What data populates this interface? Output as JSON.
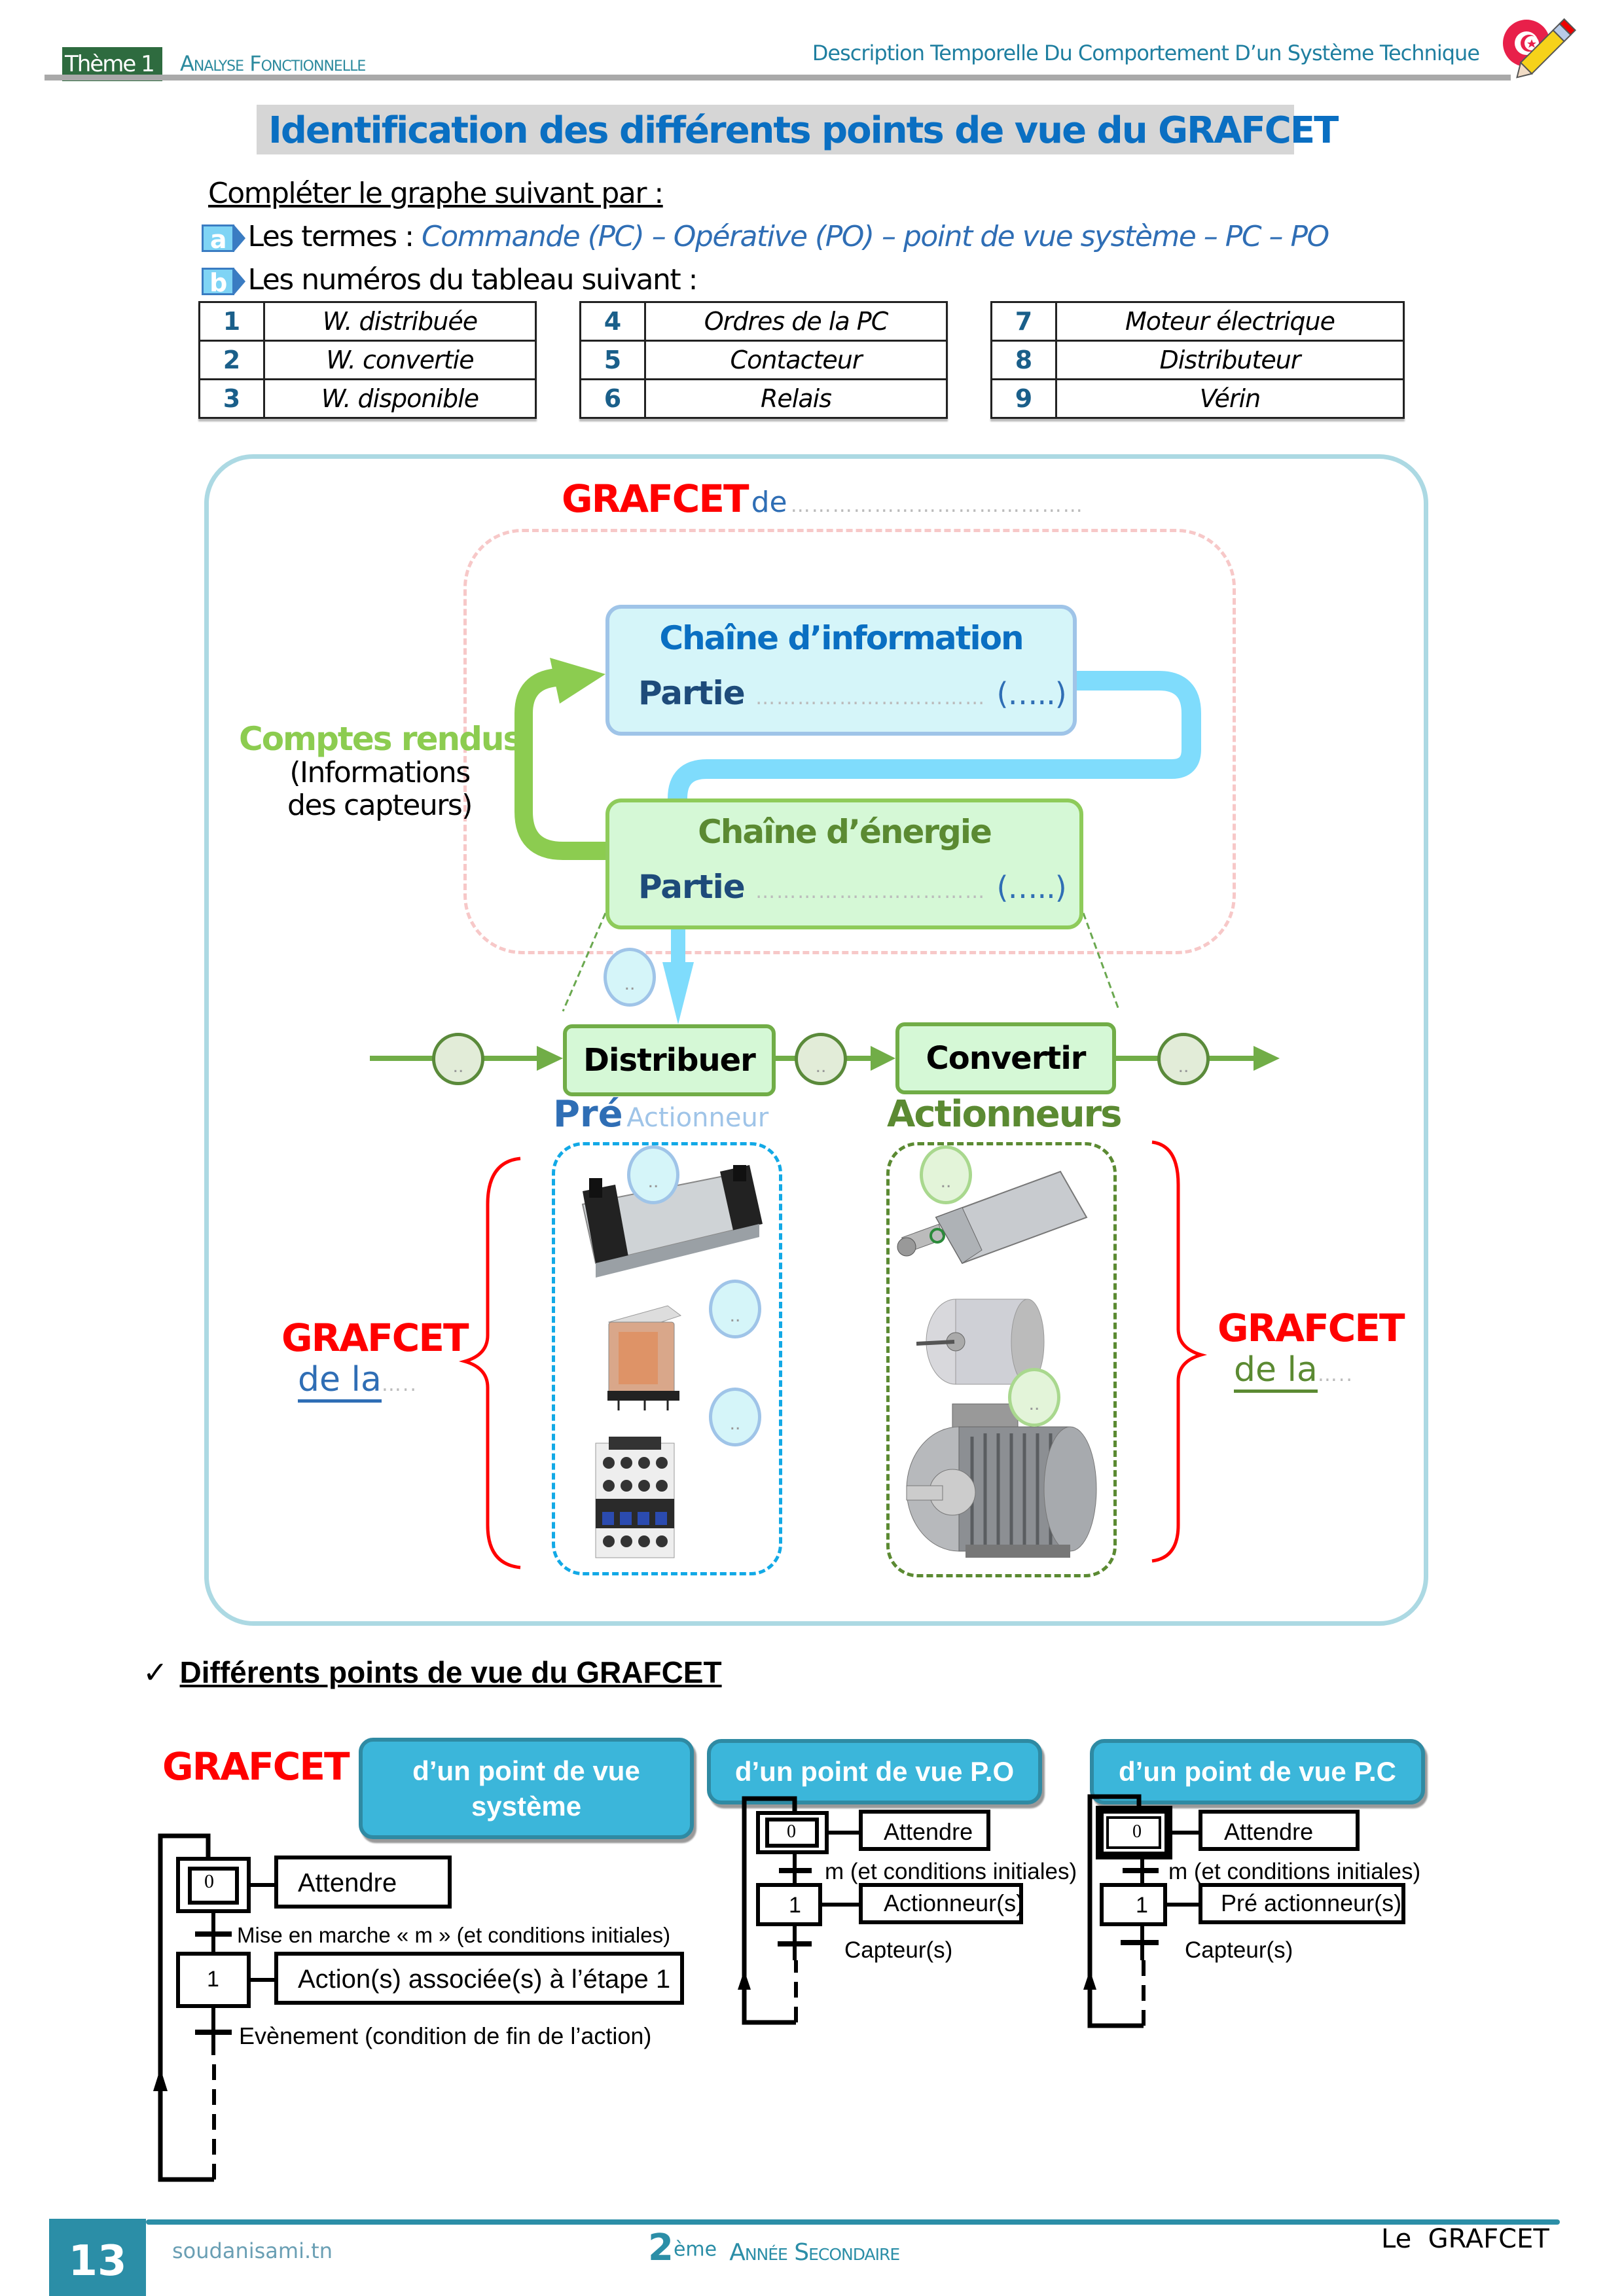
{
  "header": {
    "theme_label": "Thème 1 :",
    "theme_name": "Analyse Fonctionnelle",
    "subject": "Description Temporelle Du Comportement D’un Système Technique",
    "logo": "tunisia-flag-pencil-icon"
  },
  "title": "Identification des différents points de vue du GRAFCET",
  "instructions": {
    "intro": "Compléter le graphe suivant par :",
    "a": {
      "badge": "a",
      "label": "Les termes : ",
      "terms": "Commande (PC) – Opérative (PO) – point de vue système – PC – PO"
    },
    "b": {
      "badge": "b",
      "label": "Les numéros du tableau suivant :"
    }
  },
  "tables": [
    [
      {
        "n": "1",
        "t": "W. distribuée"
      },
      {
        "n": "2",
        "t": "W. convertie"
      },
      {
        "n": "3",
        "t": "W. disponible"
      }
    ],
    [
      {
        "n": "4",
        "t": "Ordres de la PC"
      },
      {
        "n": "5",
        "t": "Contacteur"
      },
      {
        "n": "6",
        "t": "Relais"
      }
    ],
    [
      {
        "n": "7",
        "t": "Moteur électrique"
      },
      {
        "n": "8",
        "t": "Distributeur"
      },
      {
        "n": "9",
        "t": "Vérin"
      }
    ]
  ],
  "diagram": {
    "grafcet_de": {
      "grafcet": "GRAFCET",
      "de": "de",
      "blank": "……………………………………"
    },
    "info_chain": {
      "title": "Chaîne d’information",
      "partie": "Partie",
      "blank": "……………………………",
      "paren": "(…..)"
    },
    "energy_chain": {
      "title": "Chaîne d’énergie",
      "partie": "Partie",
      "blank": "……………………………",
      "paren": "(…..)"
    },
    "comptes_rendus": "Comptes rendus",
    "comptes_sub_1": "(Informations",
    "comptes_sub_2": "des capteurs)",
    "blank_oval": "..",
    "distribuer": "Distribuer",
    "convertir": "Convertir",
    "pre": "Pré",
    "actionneur": "Actionneur",
    "actionneurs": "Actionneurs",
    "grafcet_left": {
      "grafcet": "GRAFCET",
      "dela": "de la",
      "blank": "….."
    },
    "grafcet_right": {
      "grafcet": "GRAFCET",
      "dela": "de la",
      "blank": "….."
    },
    "pre_actuator_images": [
      "distributeur-image",
      "relais-image",
      "contacteur-image"
    ],
    "actuator_images": [
      "verin-image",
      "moteur-cc-image",
      "moteur-asynchrone-image"
    ],
    "colors": {
      "info": "#d5f5f9",
      "energy": "#d5f8d6",
      "blue_arrow": "#7fdcfc",
      "green_arrow": "#8ccc50",
      "red": "#ff0000"
    }
  },
  "points_de_vue": {
    "check": "✓",
    "heading": "Différents points de vue du GRAFCET",
    "grafcet_label": "GRAFCET :",
    "buttons": [
      "d’un point de vue système",
      "d’un point de vue P.O",
      "d’un point de vue P.C"
    ],
    "grafcets": [
      {
        "step0": "0",
        "action0": "Attendre",
        "trans1": "Mise en marche « m » (et conditions initiales)",
        "step1": "1",
        "action1": "Action(s) associée(s) à l’étape 1",
        "trans2": "Evènement (condition de fin de l’action)"
      },
      {
        "step0": "0",
        "action0": "Attendre",
        "trans1": "m (et conditions initiales)",
        "step1": "1",
        "action1": "Actionneur(s)",
        "trans2": "Capteur(s)"
      },
      {
        "step0": "0",
        "action0": "Attendre",
        "trans1": "m (et conditions initiales)",
        "step1": "1",
        "action1": "Pré actionneur(s)",
        "trans2": "Capteur(s)"
      }
    ]
  },
  "footer": {
    "page": "13",
    "site": "soudanisami.tn",
    "level_num": "2",
    "level_sup": "ème",
    "level_text": "Année Secondaire",
    "chapter": "Le  GRAFCET"
  }
}
